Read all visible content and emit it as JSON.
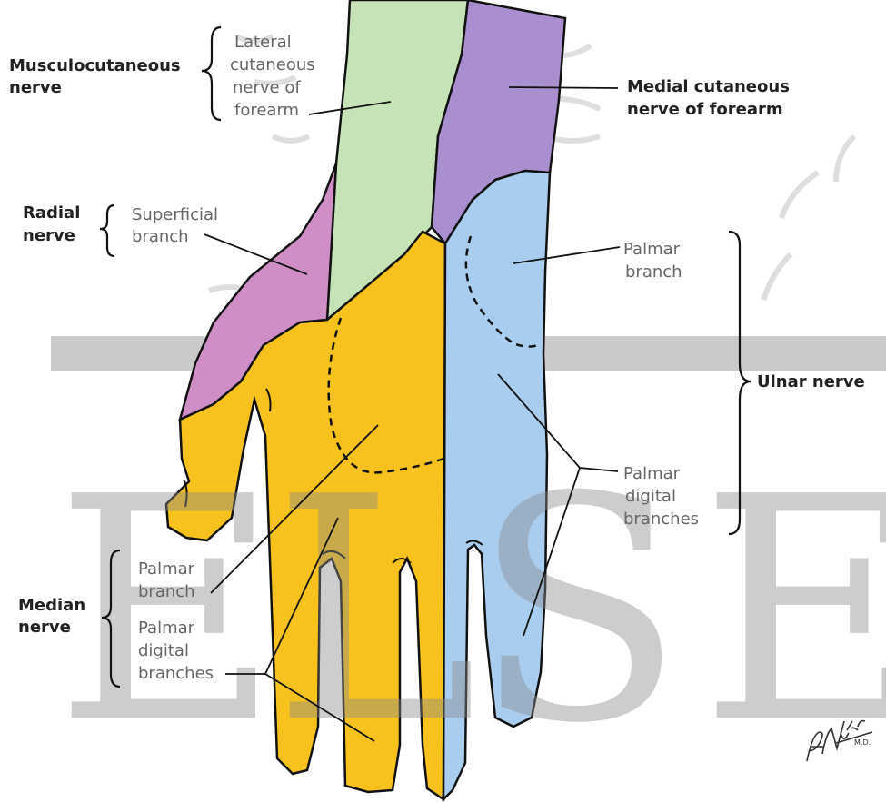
{
  "groups": {
    "musculocutaneous": {
      "title": [
        "Musculocutaneous",
        "nerve"
      ],
      "branch": [
        "Lateral",
        "cutaneous",
        "nerve of",
        "forearm"
      ]
    },
    "medial_cutaneous": {
      "title": [
        "Medial cutaneous",
        "nerve of forearm"
      ]
    },
    "radial": {
      "title": [
        "Radial",
        "nerve"
      ],
      "branch": [
        "Superficial",
        "branch"
      ]
    },
    "ulnar": {
      "title": "Ulnar nerve",
      "palmar_branch": [
        "Palmar",
        "branch"
      ],
      "digital": [
        "Palmar",
        "digital",
        "branches"
      ]
    },
    "median": {
      "title": [
        "Median",
        "nerve"
      ],
      "palmar_branch": [
        "Palmar",
        "branch"
      ],
      "digital": [
        "Palmar",
        "digital",
        "branches"
      ]
    }
  },
  "signature": "F. Netter M.D.",
  "colors": {
    "musculocutaneous": "#c6e3b8",
    "medial_cutaneous": "#a98fd0",
    "radial": "#cf8fc6",
    "ulnar": "#a9cdef",
    "median": "#f7c21e",
    "watermark": "#9e9e9e"
  }
}
